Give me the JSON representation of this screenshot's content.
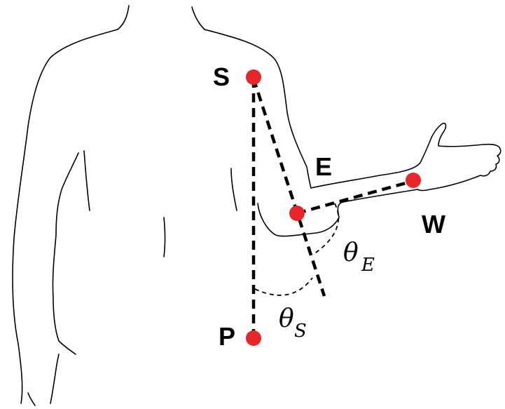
{
  "colors": {
    "joint": "#e8262a",
    "line": "#000000",
    "outline": "#000000",
    "background": "#ffffff"
  },
  "labels": {
    "shoulder": "S",
    "elbow": "E",
    "wrist": "W",
    "pelvis": "P",
    "theta": "θ",
    "theta_e_sub": "E",
    "theta_s_sub": "S"
  },
  "icons": {
    "body": "human-torso-outline-icon",
    "joint": "red-dot-icon"
  }
}
